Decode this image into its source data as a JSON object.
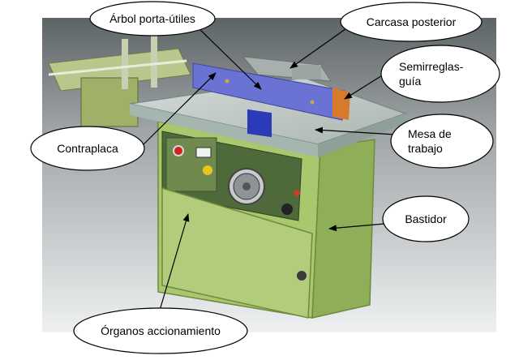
{
  "labels": {
    "arbol": "Árbol porta-útiles",
    "carcasa": "Carcasa posterior",
    "semirreglas": "Semirreglas-guía",
    "mesa": "Mesa de trabajo",
    "contraplaca": "Contraplaca",
    "bastidor": "Bastidor",
    "organos": "Órganos accionamiento"
  },
  "colors": {
    "body": "#a9c86e",
    "table": "#bfc9c4",
    "fence": "#6a72d4",
    "fence_right": "#d87a2c",
    "background": "#e9ecef"
  }
}
